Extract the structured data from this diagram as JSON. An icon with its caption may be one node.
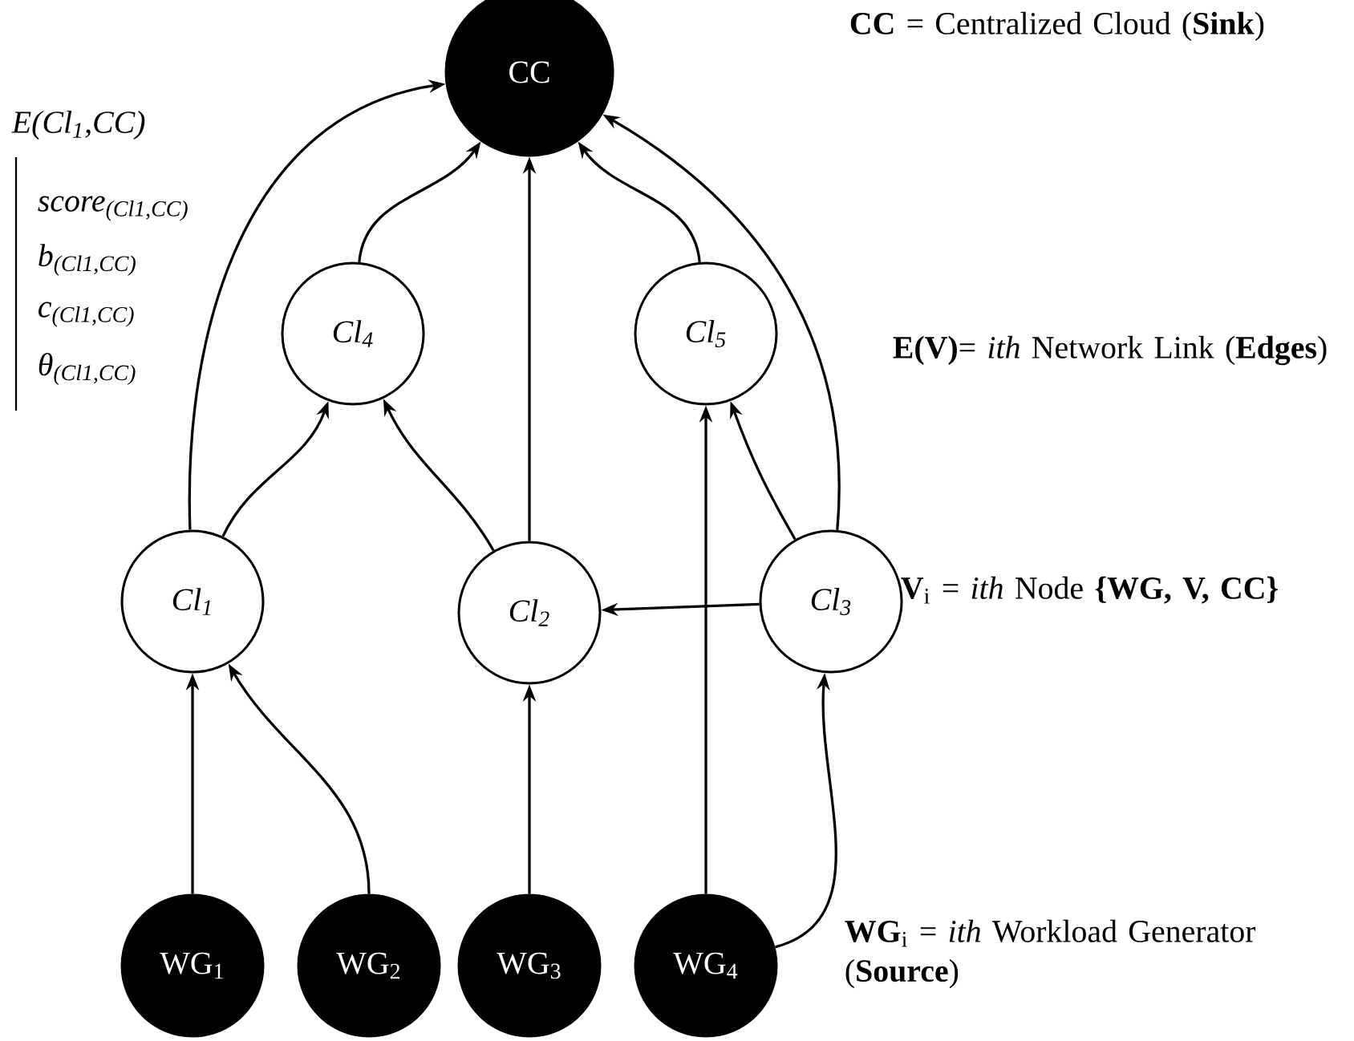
{
  "diagram": {
    "nodes": [
      {
        "text": [
          "CC"
        ]
      },
      {
        "text": [
          "Cl$_{4}$"
        ]
      },
      {
        "text": [
          "Cl$_{5}$"
        ]
      },
      {
        "text": [
          "Cl$_{1}$"
        ]
      },
      {
        "text": [
          "Cl$_{2}$"
        ]
      },
      {
        "text": [
          "Cl$_{3}$"
        ]
      },
      {
        "text": [
          "WG$_{1}$"
        ]
      },
      {
        "text": [
          "WG$_{2}$"
        ]
      },
      {
        "text": [
          "WG$_{3}$"
        ]
      },
      {
        "text": [
          "WG$_{4}$"
        ]
      }
    ],
    "edges": [
      {
        "from": 3,
        "to": 0,
        "arrow": "to"
      },
      {
        "from": 3,
        "to": 1,
        "arrow": "to"
      },
      {
        "from": 1,
        "to": 0,
        "arrow": "to"
      },
      {
        "from": 4,
        "to": 1,
        "arrow": "to"
      },
      {
        "from": 4,
        "to": 0,
        "arrow": "to"
      },
      {
        "from": 5,
        "to": 4,
        "arrow": "to"
      },
      {
        "from": 5,
        "to": 2,
        "arrow": "to"
      },
      {
        "from": 5,
        "to": 0,
        "arrow": "to"
      },
      {
        "from": 2,
        "to": 0,
        "arrow": "to"
      },
      {
        "from": 6,
        "to": 3,
        "arrow": "to"
      },
      {
        "from": 7,
        "to": 3,
        "arrow": "to"
      },
      {
        "from": 8,
        "to": 4,
        "arrow": "to"
      },
      {
        "from": 9,
        "to": 2,
        "arrow": "to"
      },
      {
        "from": 9,
        "to": 5,
        "arrow": "to"
      }
    ],
    "labels": [
      "**CC** = Centralized Cloud (**Sink**)",
      "E(Cl$_{1}$,CC)",
      "score$_{(Cl1,CC)}$",
      "b$_{(Cl1,CC)}$",
      "c$_{(Cl1,CC)}$",
      "θ$_{(Cl1,CC)}$",
      "**E(V)**= *ith* Network Link (**Edges**)",
      "**V**$_{i}$ = *ith* Node **{WG, V, CC}**",
      "**WG**$_{i}$ = *ith* Workload Generator (**Source**)"
    ]
  }
}
